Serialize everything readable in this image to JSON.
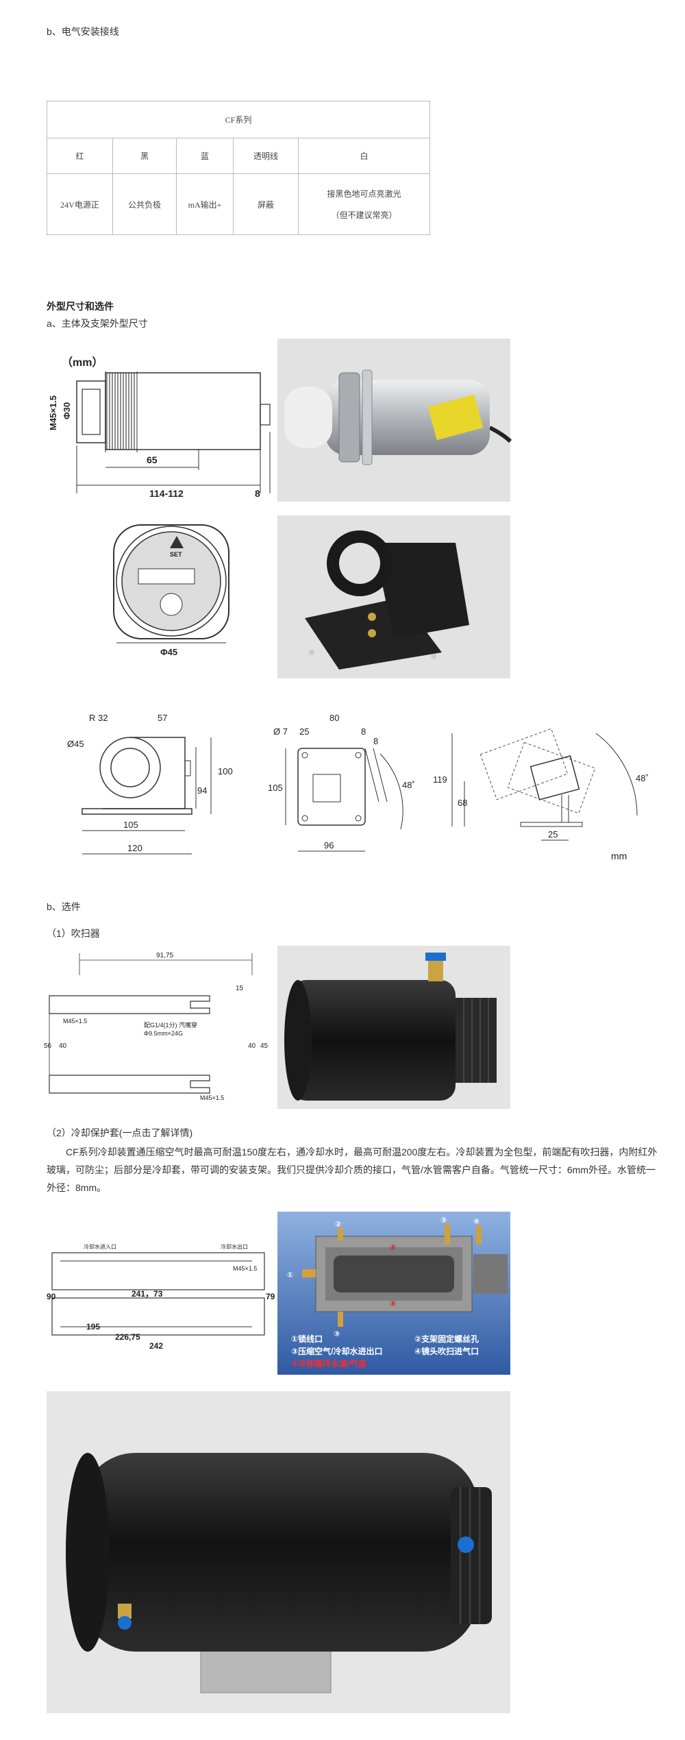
{
  "heading_wiring": "b、电气安装接线",
  "table": {
    "title": "CF系列",
    "headers": [
      "红",
      "黑",
      "蓝",
      "透明线",
      "白"
    ],
    "row": [
      "24V电源正",
      "公共负极",
      "mA输出+",
      "屏蔽"
    ],
    "white_line1": "接黑色地可点亮激光",
    "white_line2": "（但不建议常亮）"
  },
  "section_title": "外型尺寸和选件",
  "sub_a": "a、主体及支架外型尺寸",
  "body_dwg": {
    "unit": "（mm）",
    "m45": "M45×1.5",
    "d30": "Φ30",
    "len65": "65",
    "len114": "114-112",
    "len8": "8"
  },
  "front_dwg": {
    "set": "SET",
    "d45": "Φ45"
  },
  "bracket1": {
    "r32": "R 32",
    "d45": "Ø45",
    "w57": "57",
    "h100": "100",
    "h94": "94",
    "w105": "105",
    "w120": "120"
  },
  "bracket2": {
    "d7": "Ø 7",
    "w80": "80",
    "w25": "25",
    "w8a": "8",
    "w8b": "8",
    "h105": "105",
    "angle": "48˚",
    "w96": "96"
  },
  "bracket3": {
    "h119": "119",
    "h68": "68",
    "w25": "25",
    "angle": "48˚",
    "unit": "mm"
  },
  "sub_b": "b、选件",
  "opt1": "（1）吹扫器",
  "purge_dwg": {
    "len": "91,75",
    "w15": "15",
    "m45a": "M45×1.5",
    "m45b": "M45×1.5",
    "note1": "配G1/4(1分) 汽嘴穿",
    "note2": "Φ9.5mm×24G",
    "h56": "56",
    "h40": "40",
    "h40b": "40",
    "h45": "45"
  },
  "opt2": "（2）冷却保护套(一点击了解详情)",
  "cooling_para": "CF系列冷却装置通压缩空气时最高可耐温150度左右，通冷却水时，最高可耐温200度左右。冷却装置为全包型，前端配有吹扫器，内附红外玻璃，可防尘；后部分是冷却套，带可调的安装支架。我们只提供冷却介质的接口，气管/水管需客户自备。气管统一尺寸：6mm外径。水管统一外径：8mm。",
  "cool_dwg": {
    "lbl1": "冷却水进入口",
    "lbl2": "冷却水出口",
    "m45": "M45×1.5",
    "h90": "90",
    "h79": "79",
    "w241": "241，73",
    "w195": "195",
    "w226": "226,75",
    "w242": "242"
  },
  "cool_legend": {
    "l1": "①锁线口",
    "l2": "②支架固定螺丝孔",
    "l3": "③压缩空气/冷却水进出口",
    "l4": "④镜头吹扫进气口",
    "l5": "⑤冷却循环水道/气道",
    "n1": "①",
    "n2": "②",
    "n3": "③",
    "n3b": "③",
    "n4": "④",
    "n5a": "⑤",
    "n5b": "⑤"
  }
}
